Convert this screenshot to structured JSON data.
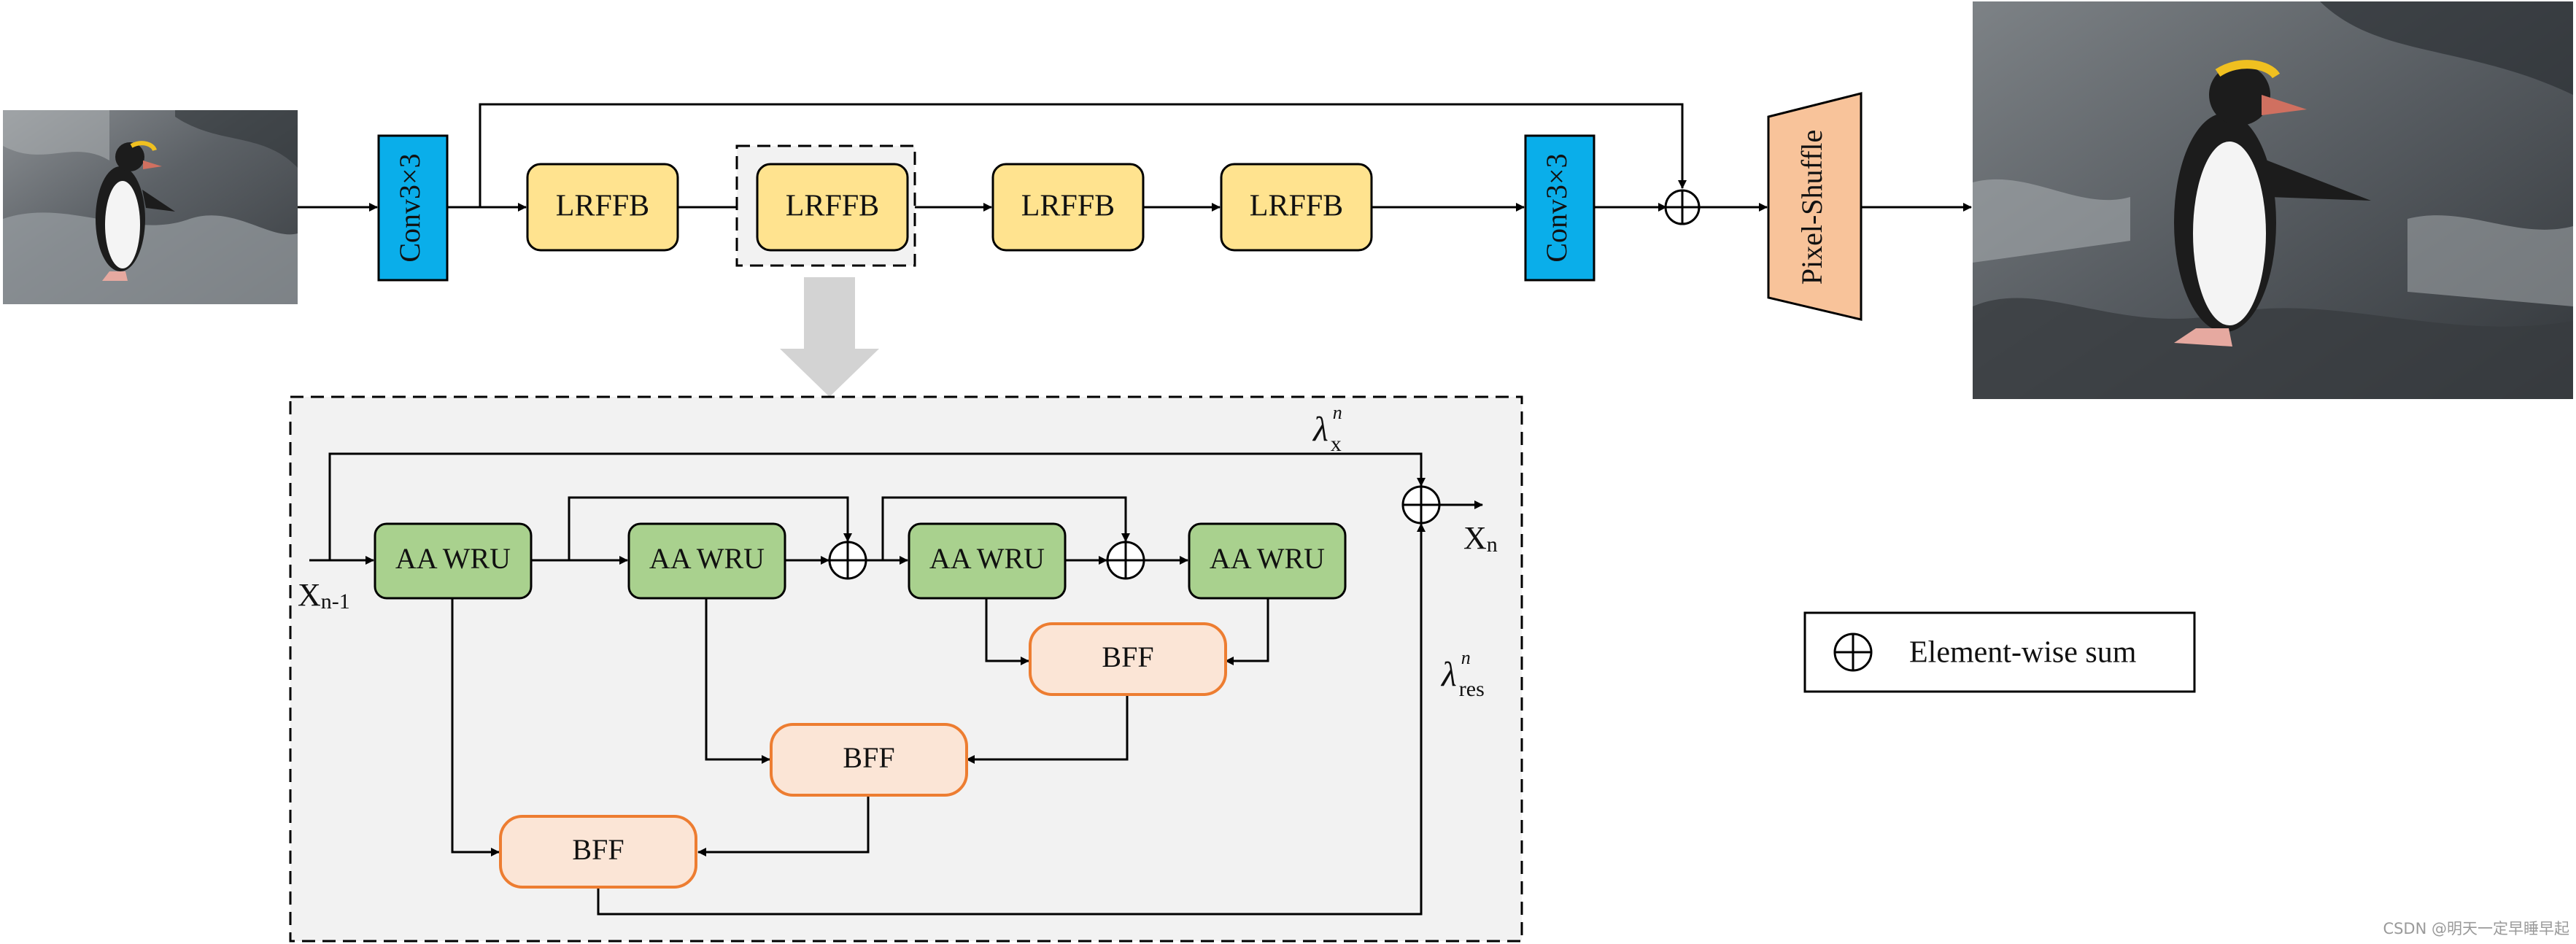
{
  "main_pipeline": {
    "conv_in": "Conv3×3",
    "blocks": [
      "LRFFB",
      "LRFFB",
      "LRFFB",
      "LRFFB"
    ],
    "conv_out": "Conv3×3",
    "upsampler": "Pixel-Shuffle"
  },
  "detail": {
    "input_label": "X",
    "input_sub": "n-1",
    "output_label": "X",
    "output_sub": "n",
    "aawru": [
      "AA WRU",
      "AA WRU",
      "AA WRU",
      "AA WRU"
    ],
    "bff": [
      "BFF",
      "BFF",
      "BFF"
    ],
    "lambda_x_symbol": "λ",
    "lambda_x_sub": "x",
    "lambda_x_sup": "n",
    "lambda_res_symbol": "λ",
    "lambda_res_sub": "res",
    "lambda_res_sup": "n"
  },
  "legend": {
    "symbol": "⊕",
    "label": "Element-wise sum"
  },
  "watermark": "CSDN @明天一定早睡早起",
  "colors": {
    "conv": "#0aaeea",
    "lrffb": "#ffe38f",
    "pixel_shuffle": "#f8c39a",
    "aawru": "#a9d18e",
    "bff_fill": "#fbe5d6",
    "bff_stroke": "#ed7d31",
    "panel": "#f2f2f2"
  }
}
